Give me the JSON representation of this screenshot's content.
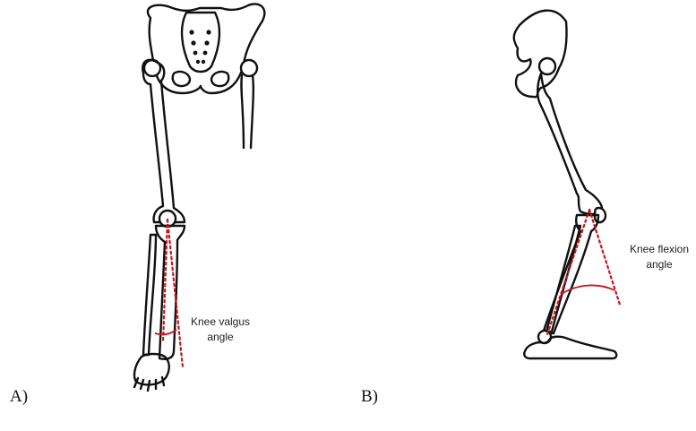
{
  "panels": {
    "a": {
      "label": "A)",
      "angle_label_line1": "Knee valgus",
      "angle_label_line2": "angle"
    },
    "b": {
      "label": "B)",
      "angle_label_line1": "Knee flexion",
      "angle_label_line2": "angle"
    }
  },
  "colors": {
    "guide_line": "#c8141e",
    "angle_arc": "#c8141e",
    "bone_outline": "#111111"
  }
}
